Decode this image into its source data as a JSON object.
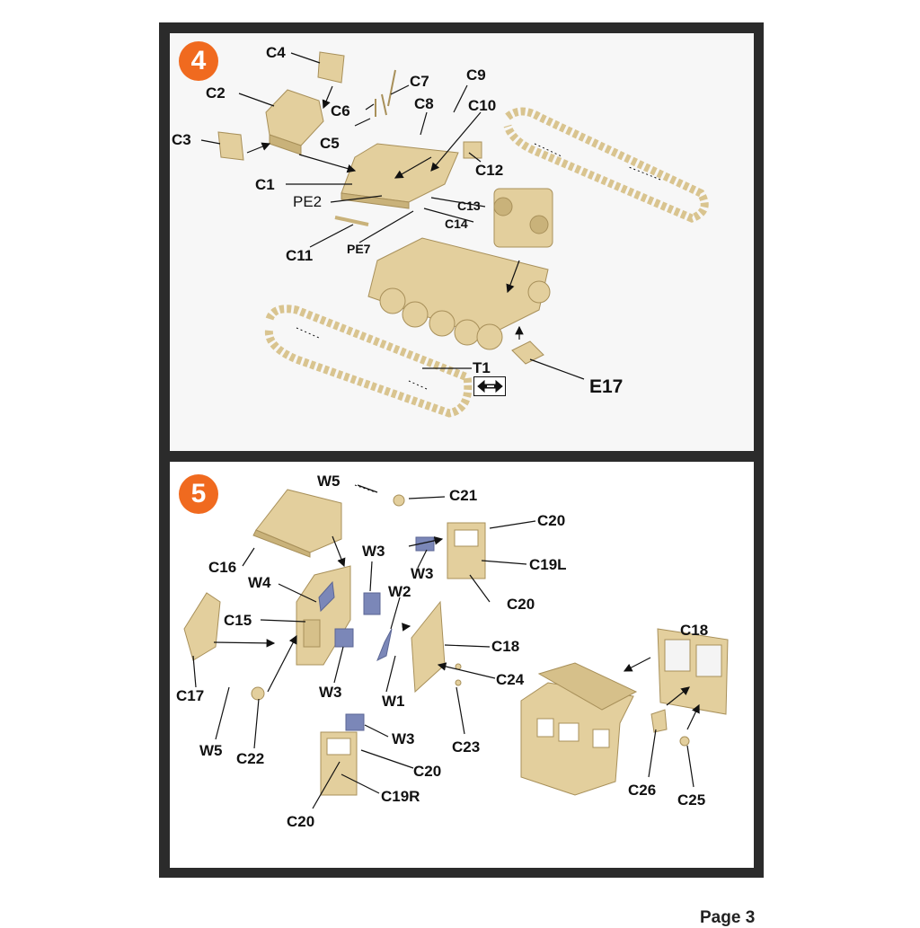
{
  "colors": {
    "part": "#e3cf9d",
    "part_dark": "#c9b27a",
    "part_edge": "#a8905a",
    "glass": "#7b87b8",
    "step_badge": "#f06a1f"
  },
  "step4": {
    "number": "4",
    "labels": {
      "C1": "C1",
      "C2": "C2",
      "C3": "C3",
      "C4": "C4",
      "C5": "C5",
      "C6": "C6",
      "C7": "C7",
      "C8": "C8",
      "C9": "C9",
      "C10": "C10",
      "C11": "C11",
      "C12": "C12",
      "C13": "C13",
      "C14": "C14",
      "PE2": "PE2",
      "PE7": "PE7",
      "T1": "T1",
      "E17": "E17"
    }
  },
  "step5": {
    "number": "5",
    "labels": {
      "W5a": "W5",
      "C21": "C21",
      "C20a": "C20",
      "C19L": "C19L",
      "C20b": "C20",
      "C16": "C16",
      "W3a": "W3",
      "W3b": "W3",
      "W4": "W4",
      "W2": "W2",
      "C15": "C15",
      "C18a": "C18",
      "C24": "C24",
      "C17": "C17",
      "W3c": "W3",
      "W1": "W1",
      "C23": "C23",
      "W5b": "W5",
      "C22": "C22",
      "W3d": "W3",
      "C20c": "C20",
      "C19R": "C19R",
      "C20d": "C20",
      "C18b": "C18",
      "C26": "C26",
      "C25": "C25"
    }
  },
  "footer": {
    "page": "Page 3"
  }
}
